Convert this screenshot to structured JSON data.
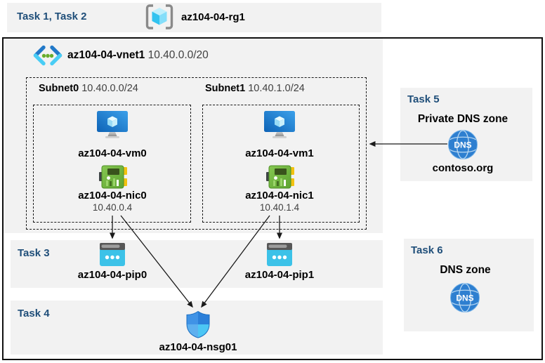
{
  "palette": {
    "task_label_blue": "#1f4e79",
    "panel_gray": "#f2f2f2",
    "outline_black": "#111111",
    "arrow_black": "#1a1a1a",
    "secondary_text": "#404040",
    "vm_blue": "#1673c1",
    "nic_green": "#74b93f",
    "pip_cyan": "#3cc2e8",
    "dns_blue": "#2e7fd0"
  },
  "header": {
    "task_label": "Task 1, Task 2",
    "rg_name": "az104-04-rg1"
  },
  "vnet": {
    "name": "az104-04-vnet1",
    "cidr": "10.40.0.0/20",
    "subnets": [
      {
        "name": "Subnet0",
        "cidr": "10.40.0.0/24",
        "vm": "az104-04-vm0",
        "nic": "az104-04-nic0",
        "ip": "10.40.0.4"
      },
      {
        "name": "Subnet1",
        "cidr": "10.40.1.0/24",
        "vm": "az104-04-vm1",
        "nic": "az104-04-nic1",
        "ip": "10.40.1.4"
      }
    ]
  },
  "task3": {
    "label": "Task 3",
    "pips": [
      "az104-04-pip0",
      "az104-04-pip1"
    ]
  },
  "task4": {
    "label": "Task 4",
    "nsg": "az104-04-nsg01"
  },
  "task5": {
    "label": "Task 5",
    "title": "Private DNS zone",
    "zone": "contoso.org",
    "icon_text": "DNS"
  },
  "task6": {
    "label": "Task 6",
    "title": "DNS zone",
    "icon_text": "DNS"
  }
}
